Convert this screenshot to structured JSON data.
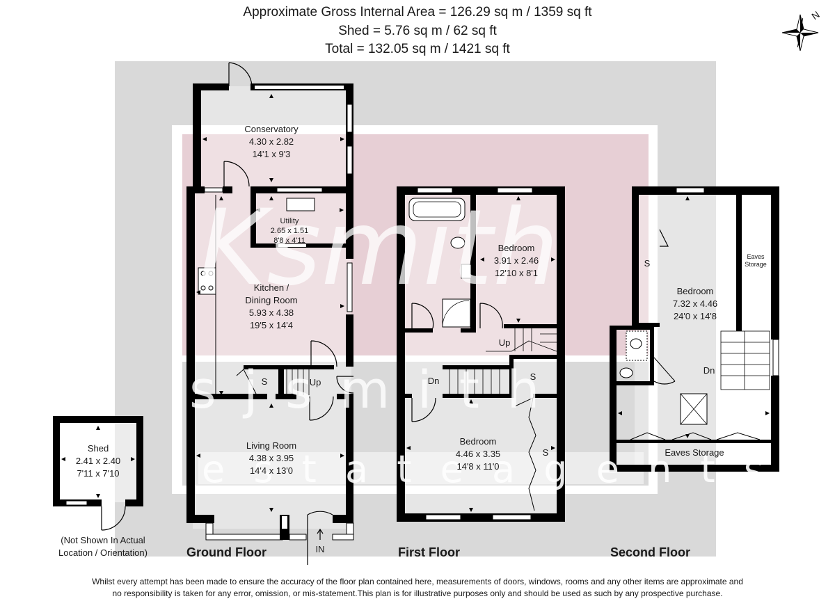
{
  "header": {
    "line1": "Approximate Gross Internal Area = 126.29 sq m / 1359 sq ft",
    "line2": "Shed = 5.76 sq m / 62 sq ft",
    "line3": "Total = 132.05 sq m / 1421 sq ft"
  },
  "compass": {
    "label": "N"
  },
  "watermark": {
    "script": "Ksmith",
    "brand": "s j s m i t h",
    "tagline": "e s t a t e   a g e n t s"
  },
  "rooms": {
    "conservatory": {
      "name": "Conservatory",
      "metric": "4.30 x 2.82",
      "imperial": "14'1 x 9'3"
    },
    "utility": {
      "name": "Utility",
      "metric": "2.65 x 1.51",
      "imperial": "8'8 x 4'11"
    },
    "kitchen": {
      "name1": "Kitchen /",
      "name2": "Dining Room",
      "metric": "5.93 x 4.38",
      "imperial": "19'5 x 14'4"
    },
    "living": {
      "name": "Living Room",
      "metric": "4.38 x 3.95",
      "imperial": "14'4 x 13'0"
    },
    "shed": {
      "name": "Shed",
      "metric": "2.41 x 2.40",
      "imperial": "7'11 x 7'10"
    },
    "bedroom_ff_small": {
      "name": "Bedroom",
      "metric": "3.91 x 2.46",
      "imperial": "12'10 x 8'1"
    },
    "bedroom_ff_large": {
      "name": "Bedroom",
      "metric": "4.46 x 3.35",
      "imperial": "14'8 x 11'0"
    },
    "bedroom_sf": {
      "name": "Bedroom",
      "metric": "7.32 x 4.46",
      "imperial": "24'0 x 14'8"
    },
    "eaves_small": {
      "name1": "Eaves",
      "name2": "Storage"
    },
    "eaves_large": {
      "name": "Eaves Storage"
    }
  },
  "markers": {
    "s": "S",
    "up": "Up",
    "dn": "Dn",
    "in": "IN"
  },
  "shed_note": {
    "line1": "(Not Shown In Actual",
    "line2": "Location / Orientation)"
  },
  "floors": {
    "ground": "Ground Floor",
    "first": "First Floor",
    "second": "Second Floor"
  },
  "footer": {
    "line1": "Whilst every attempt has been made to ensure the accuracy of the floor plan contained here, measurements of doors, windows, rooms and any other items are approximate and",
    "line2": "no responsibility is taken for any error, omission, or mis-statement.This plan is for illustrative purposes only and should be used as such by any prospective purchase."
  },
  "colors": {
    "background_panel": "#d9d9d9",
    "pink_panel": "#e7cfd5",
    "wall": "#000000",
    "window_fill": "#ffffff"
  }
}
